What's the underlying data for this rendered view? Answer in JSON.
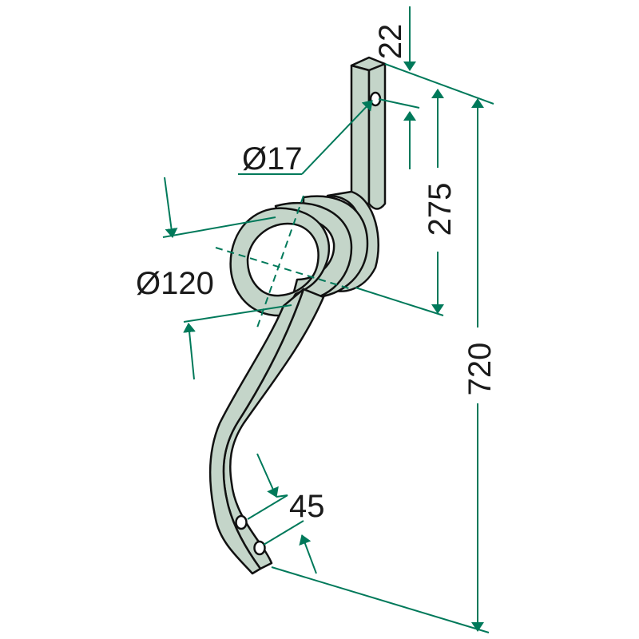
{
  "dimensions": {
    "top_offset": "22",
    "hole_diameter": "Ø17",
    "hole_to_coil": "275",
    "coil_diameter": "Ø120",
    "overall_length": "720",
    "hole_spacing": "45"
  },
  "colors": {
    "part_fill": "#c4d5c9",
    "part_stroke": "#111111",
    "dimension_line": "#00795a",
    "text": "#1a1a1a"
  }
}
